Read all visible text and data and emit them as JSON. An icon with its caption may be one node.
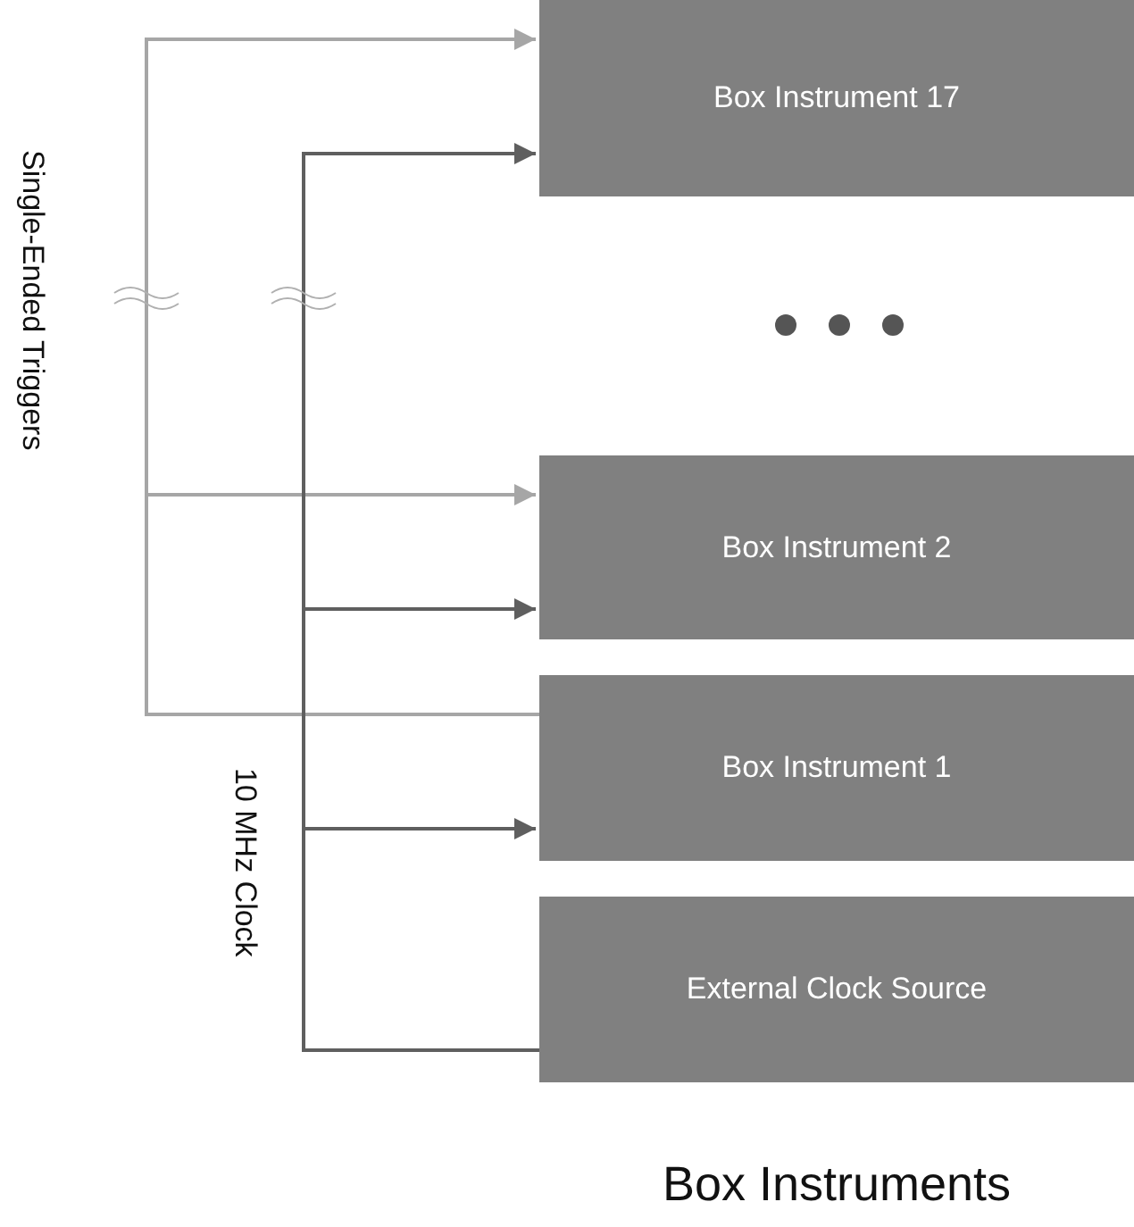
{
  "diagram": {
    "caption": "Box Instruments",
    "nodes": [
      {
        "text": [
          "Box Instrument 17"
        ]
      },
      {
        "text": [
          "Box Instrument 2"
        ]
      },
      {
        "text": [
          "Box Instrument 1"
        ]
      },
      {
        "text": [
          "External Clock Source"
        ]
      }
    ],
    "edges": [
      {
        "from": 2,
        "to": 0,
        "arrow": "to",
        "color": "#a6a6a6"
      },
      {
        "from": 2,
        "to": 1,
        "arrow": "to",
        "color": "#a6a6a6"
      },
      {
        "from": 3,
        "to": 0,
        "arrow": "to"
      },
      {
        "from": 3,
        "to": 1,
        "arrow": "to"
      },
      {
        "from": 3,
        "to": 2,
        "arrow": "to"
      }
    ],
    "labels": [
      "Single-Ended Triggers",
      "10 MHz Clock"
    ]
  }
}
